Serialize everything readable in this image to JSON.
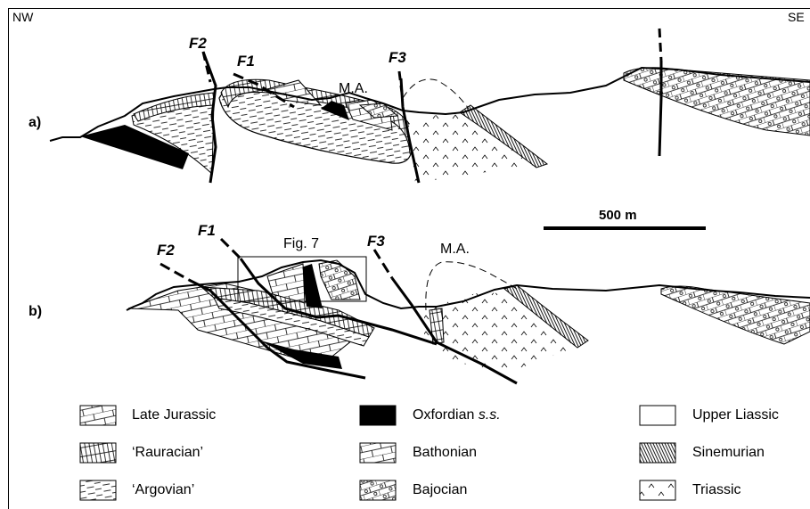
{
  "orientation": {
    "left": "NW",
    "right": "SE"
  },
  "sections": {
    "a": "a)",
    "b": "b)"
  },
  "faults": {
    "f1": "F1",
    "f2": "F2",
    "f3": "F3"
  },
  "annotations": {
    "ma": "M.A.",
    "fig7": "Fig. 7"
  },
  "scale_bar": {
    "label": "500 m"
  },
  "legend": [
    {
      "name": "late-jurassic",
      "label": "Late Jurassic"
    },
    {
      "name": "rauracian",
      "label": "‘Rauracian’"
    },
    {
      "name": "argovian",
      "label": "‘Argovian’"
    },
    {
      "name": "oxfordian",
      "label_main": "Oxfordian ",
      "label_italic": "s.s."
    },
    {
      "name": "bathonian",
      "label": "Bathonian"
    },
    {
      "name": "bajocian",
      "label": "Bajocian"
    },
    {
      "name": "upper-liassic",
      "label": "Upper Liassic"
    },
    {
      "name": "sinemurian",
      "label": "Sinemurian"
    },
    {
      "name": "triassic",
      "label": "Triassic"
    }
  ]
}
